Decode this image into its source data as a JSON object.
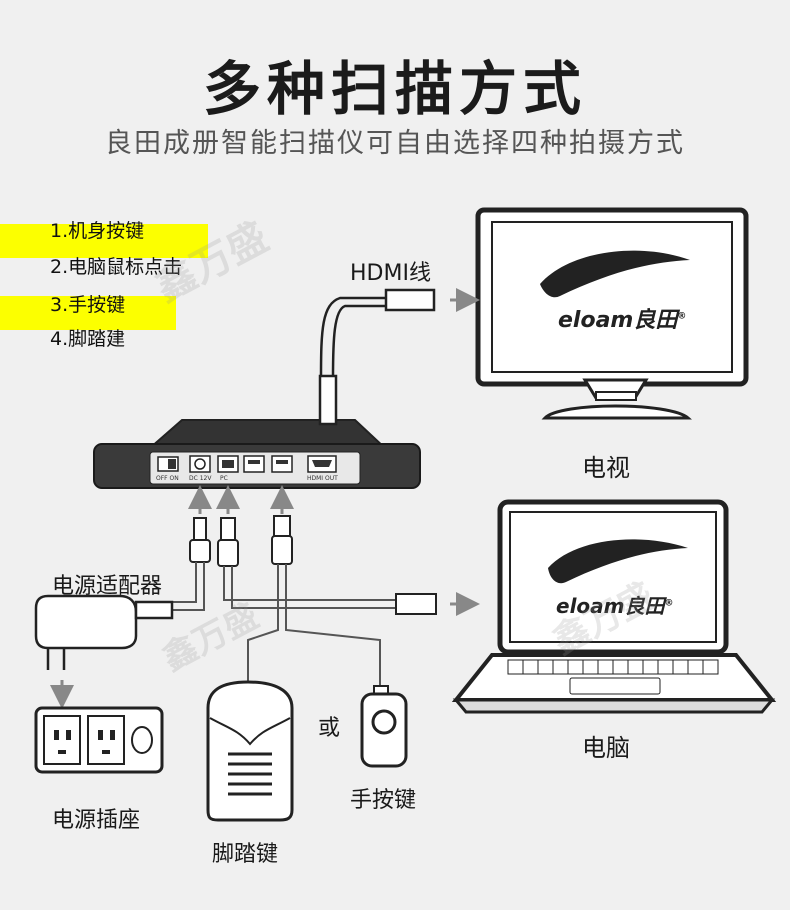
{
  "title": "多种扫描方式",
  "subtitle": "良田成册智能扫描仪可自由选择四种拍摄方式",
  "modes": [
    "1.机身按键",
    "2.电脑鼠标点击",
    "3.手按键",
    "4.脚踏建"
  ],
  "labels": {
    "hdmi": "HDMI线",
    "tv": "电视",
    "computer": "电脑",
    "adapter": "电源适配器",
    "socket": "电源插座",
    "foot_pedal": "脚踏键",
    "or": "或",
    "hand_button": "手按键"
  },
  "device_ports": {
    "switch": "OFF  ON",
    "dc": "DC 12V",
    "pc": "PC",
    "hdmi_out": "HDMI OUT"
  },
  "brand": {
    "logo_text": "eloam良田",
    "registered": "®"
  },
  "watermark": "鑫万盛",
  "colors": {
    "highlight": "#fcff00",
    "line": "#777777",
    "arrow": "#888888"
  }
}
